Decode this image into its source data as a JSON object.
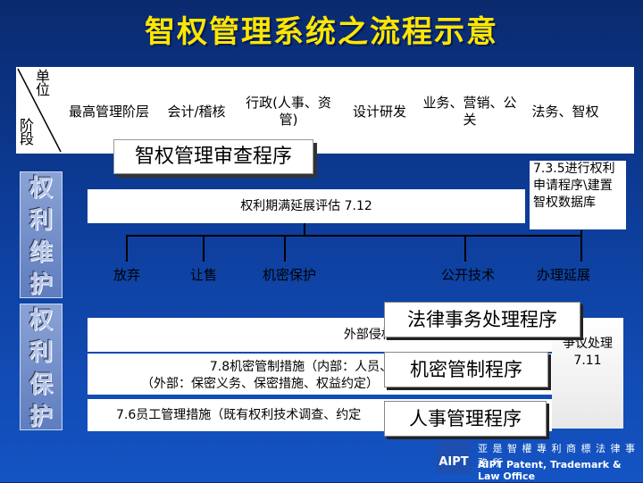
{
  "title": "智权管理系统之流程示意",
  "corner": {
    "top": "单位",
    "bottom": "阶段"
  },
  "columns": [
    "最高管理阶层",
    "会计/稽核",
    "行政(人事、资管)",
    "设计研发",
    "业务、营销、公关",
    "法务、智权"
  ],
  "review_program": "智权管理审查程序",
  "side_labels": {
    "maintain": "权利维护",
    "protect": "权利保护"
  },
  "expiry_eval": "权利期满延展评估 7.12",
  "note_753": "7.3.5进行权利申请程序\\建置智权数据库",
  "leaves": [
    "放弃",
    "让售",
    "机密保护",
    "公开技术",
    "办理延展"
  ],
  "external_monitor": "外部侵权监控8.3",
  "confidential_measures": {
    "line1": "7.8机密管制措施（内部：人员、数据、",
    "line2": "（外部：保密义务、保密措施、",
    "line2_tail": "权益约定）"
  },
  "employee_measures": "7.6员工管理措施（既有权利技术调查、约定",
  "dispute": "争议处理 7.11",
  "legal_program": "法律事务处理程序",
  "confidential_program": "机密管制程序",
  "hr_program": "人事管理程序",
  "logo": {
    "cn": "亚 是 智 權 專 利 商 標 法 律 事 務 所",
    "en": "AIPT Patent, Trademark & Law Office",
    "mark": "AIPT"
  }
}
